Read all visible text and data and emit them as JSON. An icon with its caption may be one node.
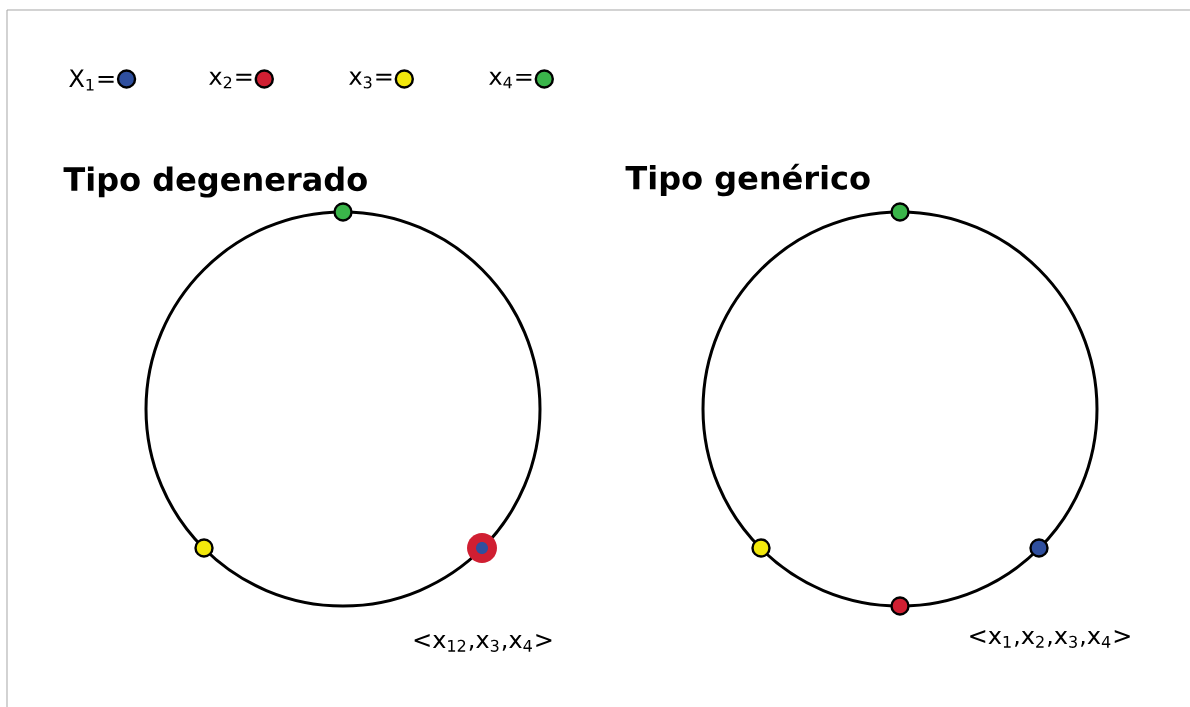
{
  "diagram": {
    "nodes": [
      {
        "text": [
          "Tipo degenerado"
        ],
        "beside": [
          "<x$_{12}$,x$_{3}$,x$_{4}$>"
        ]
      },
      {
        "text": [
          "Tipo genérico"
        ],
        "beside": [
          "<x$_{1}$,x$_{2}$,x$_{3}$,x$_{4}$>"
        ]
      }
    ],
    "edges": [],
    "legend": [
      {
        "text": "X$_{1}$=",
        "color": "#2f4f9e"
      },
      {
        "text": "x$_{2}$=",
        "color": "#d01f32"
      },
      {
        "text": "x$_{3}$=",
        "color": "#f2e80c"
      },
      {
        "text": "x$_{4}$=",
        "color": "#3ab54a"
      }
    ]
  }
}
